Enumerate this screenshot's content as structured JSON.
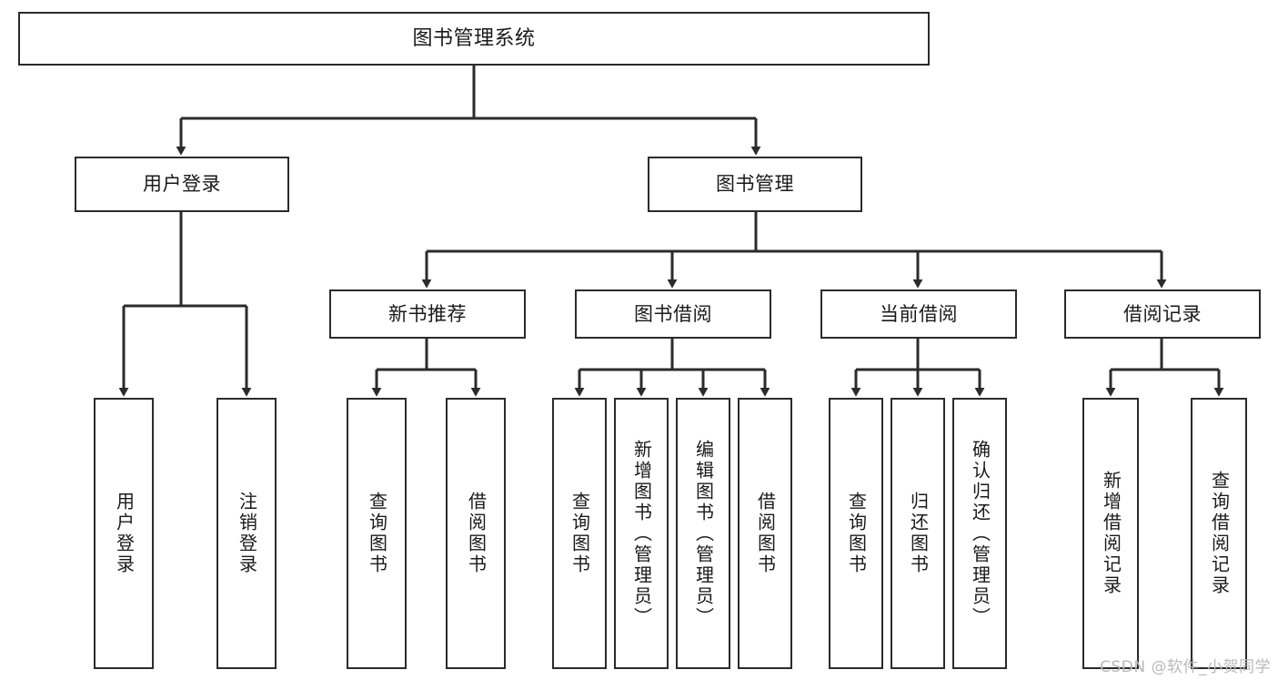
{
  "diagram": {
    "type": "tree",
    "title": "图书管理系统",
    "watermark": "CSDN @软件_小贺同学",
    "colors": {
      "background": "#ffffff",
      "box_stroke": "#2b2b2b",
      "box_fill": "#ffffff",
      "edge_stroke": "#2b2b2b",
      "text": "#1a1a1a",
      "watermark": "#b9b9b9"
    },
    "nodes": {
      "root": {
        "label": "图书管理系统"
      },
      "level1": [
        {
          "id": "user-login",
          "label": "用户登录"
        },
        {
          "id": "book-manage",
          "label": "图书管理"
        }
      ],
      "level2": [
        {
          "id": "new-book-rec",
          "label": "新书推荐"
        },
        {
          "id": "book-borrow",
          "label": "图书借阅"
        },
        {
          "id": "current-borrow",
          "label": "当前借阅"
        },
        {
          "id": "borrow-record",
          "label": "借阅记录"
        }
      ],
      "leaves": {
        "user-login": [
          {
            "id": "leaf-user-login",
            "label": "用户登录"
          },
          {
            "id": "leaf-logout",
            "label": "注销登录"
          }
        ],
        "new-book-rec": [
          {
            "id": "leaf-query-book-1",
            "label": "查询图书"
          },
          {
            "id": "leaf-borrow-book-1",
            "label": "借阅图书"
          }
        ],
        "book-borrow": [
          {
            "id": "leaf-query-book-2",
            "label": "查询图书"
          },
          {
            "id": "leaf-add-book",
            "label": "新增图书（管理员）"
          },
          {
            "id": "leaf-edit-book",
            "label": "编辑图书（管理员）"
          },
          {
            "id": "leaf-borrow-book-2",
            "label": "借阅图书"
          }
        ],
        "current-borrow": [
          {
            "id": "leaf-query-book-3",
            "label": "查询图书"
          },
          {
            "id": "leaf-return-book",
            "label": "归还图书"
          },
          {
            "id": "leaf-confirm-return",
            "label": "确认归还（管理员）"
          }
        ],
        "borrow-record": [
          {
            "id": "leaf-add-record",
            "label": "新增借阅记录"
          },
          {
            "id": "leaf-query-record",
            "label": "查询借阅记录"
          }
        ]
      }
    }
  }
}
